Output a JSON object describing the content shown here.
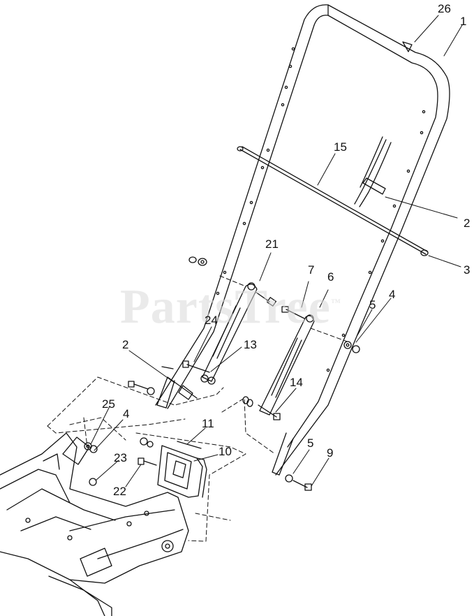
{
  "watermark": {
    "text": "PartsTree",
    "trademark": "™"
  },
  "labels": {
    "l26": "26",
    "l1": "1",
    "l15": "15",
    "l2a": "2",
    "l3": "3",
    "l21": "21",
    "l7": "7",
    "l6": "6",
    "l5a": "5",
    "l4a": "4",
    "l24": "24",
    "l13": "13",
    "l2b": "2",
    "l14": "14",
    "l25": "25",
    "l4b": "4",
    "l11": "11",
    "l10": "10",
    "l5b": "5",
    "l9": "9",
    "l23": "23",
    "l22": "22"
  }
}
